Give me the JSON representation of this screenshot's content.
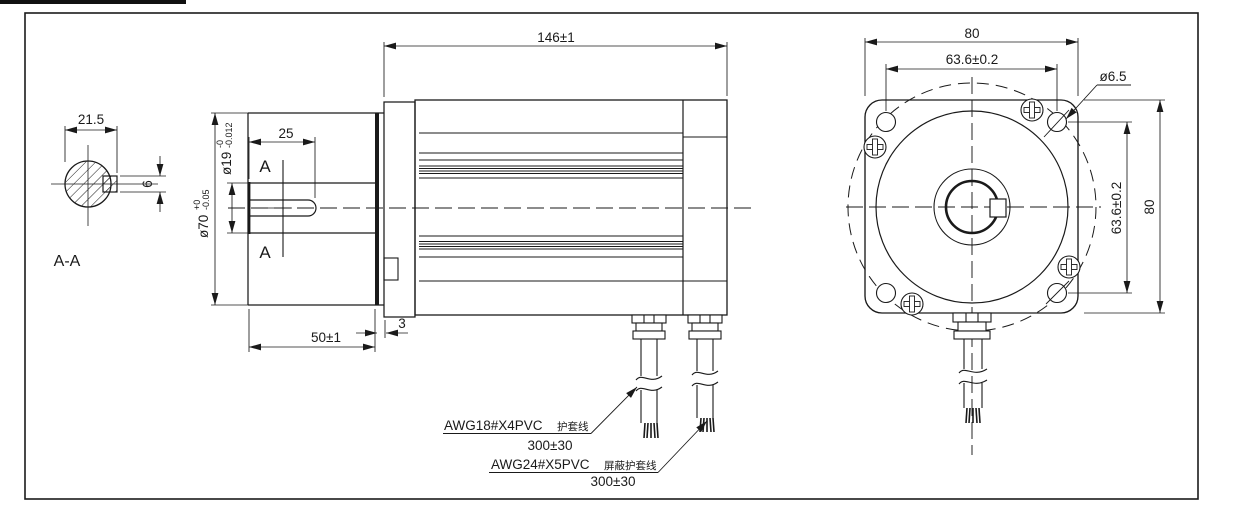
{
  "section_view": {
    "label": "A-A",
    "shaft_width_dim": "21.5",
    "key_height_dim": "6"
  },
  "side_view": {
    "overall_length_dim": "146±1",
    "keyway_length_dim": "25",
    "section_marker": "A",
    "shaft_dia_nominal": "ø19",
    "shaft_dia_tol_upper": "-0",
    "shaft_dia_tol_lower": "-0.012",
    "pilot_dia_nominal": "ø70",
    "pilot_dia_tol_upper": "+0",
    "pilot_dia_tol_lower": "-0.05",
    "shaft_length_dim": "50±1",
    "spigot_depth_dim": "3"
  },
  "cables": {
    "cable1_spec": "AWG18#X4PVC",
    "cable1_spec_cn": "护套线",
    "cable1_length": "300±30",
    "cable2_spec": "AWG24#X5PVC",
    "cable2_spec_cn": "屏蔽护套线",
    "cable2_length": "300±30"
  },
  "front_view": {
    "flange_width_dim": "80",
    "flange_height_dim": "80",
    "bolt_spacing_h_dim": "63.6±0.2",
    "bolt_spacing_v_dim": "63.6±0.2",
    "bolt_hole_dia": "ø6.5"
  },
  "colors": {
    "line": "#1a1a1a",
    "background": "#ffffff"
  }
}
